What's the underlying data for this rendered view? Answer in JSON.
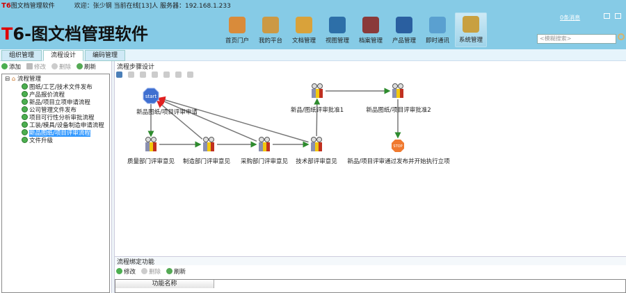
{
  "titlebar": {
    "app_title": "图文档管理软件",
    "app_prefix": "T6",
    "welcome": "欢迎：张少钢 当前在线[13]人 服务器：192.168.1.233"
  },
  "header": {
    "logo_accent": "T",
    "logo_text": "6-图文档管理软件",
    "message_link": "0条消息",
    "search_placeholder": "<模糊搜索>",
    "nav": [
      {
        "label": "首页门户",
        "icon": "home-icon"
      },
      {
        "label": "我的平台",
        "icon": "users-icon"
      },
      {
        "label": "文档管理",
        "icon": "folder-icon"
      },
      {
        "label": "视图管理",
        "icon": "globe-icon"
      },
      {
        "label": "档案管理",
        "icon": "books-icon"
      },
      {
        "label": "产品管理",
        "icon": "gear-icon"
      },
      {
        "label": "即时通讯",
        "icon": "chat-icon"
      },
      {
        "label": "系统管理",
        "icon": "settings-icon",
        "active": true
      }
    ]
  },
  "tabs": [
    {
      "label": "组织管理"
    },
    {
      "label": "流程设计",
      "active": true
    },
    {
      "label": "编码管理"
    }
  ],
  "left_toolbar": {
    "add": "添加",
    "edit": "修改",
    "delete": "删除",
    "refresh": "刷新"
  },
  "tree": {
    "root": "流程管理",
    "items": [
      "图纸/工艺/技术文件发布",
      "产品报价流程",
      "新品/项目立项申请流程",
      "公司管理文件发布",
      "项目可行性分析审批流程",
      "工装/模具/设备制造申请流程",
      "新品图纸/项目评审流程",
      "文件升级"
    ],
    "selected_index": 6
  },
  "diagram": {
    "title": "流程步骤设计",
    "nodes": {
      "start": "新品图纸/项目评审申请",
      "quality": "质量部门评审意见",
      "manufacturing": "制造部门评审意见",
      "purchasing": "采购部门评审意见",
      "technical": "技术部评审意见",
      "approve1": "新品/图纸评审批准1",
      "approve2": "新品图纸/项目评审批准2",
      "end": "新品/项目评审通过发布并开始执行立项"
    },
    "start_badge": "start",
    "stop_badge": "STOP",
    "colors": {
      "forward": "#2e8b2e",
      "back": "#e02020",
      "line": "#777777"
    }
  },
  "binding": {
    "title": "流程绑定功能",
    "edit": "修改",
    "delete": "删除",
    "refresh": "刷新",
    "column": "功能名称"
  }
}
